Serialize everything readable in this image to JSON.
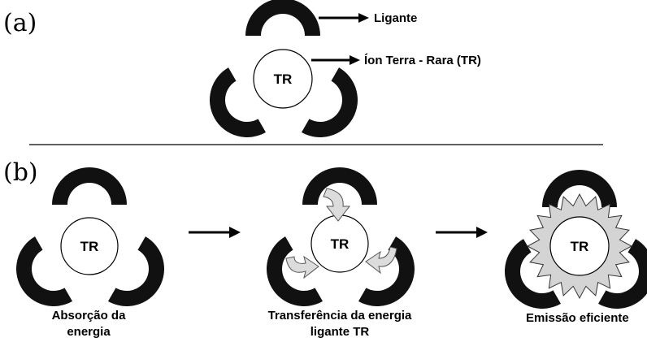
{
  "panel_a": {
    "label": "(a)",
    "ion_text": "TR",
    "callout_ligand": "Ligante",
    "callout_ion": "Íon Terra - Rara (TR)"
  },
  "panel_b": {
    "label": "(b)",
    "steps": [
      {
        "ion_text": "TR",
        "caption_lines": [
          "Absorção da",
          "energia"
        ]
      },
      {
        "ion_text": "TR",
        "caption_lines": [
          "Transferência da energia",
          "ligante TR"
        ]
      },
      {
        "ion_text": "TR",
        "caption_lines": [
          "Emissão eficiente"
        ]
      }
    ]
  },
  "colors": {
    "ligand": "#111111",
    "emission_star": "#d4d4d4",
    "transfer_curl": "#dcdcdc"
  }
}
